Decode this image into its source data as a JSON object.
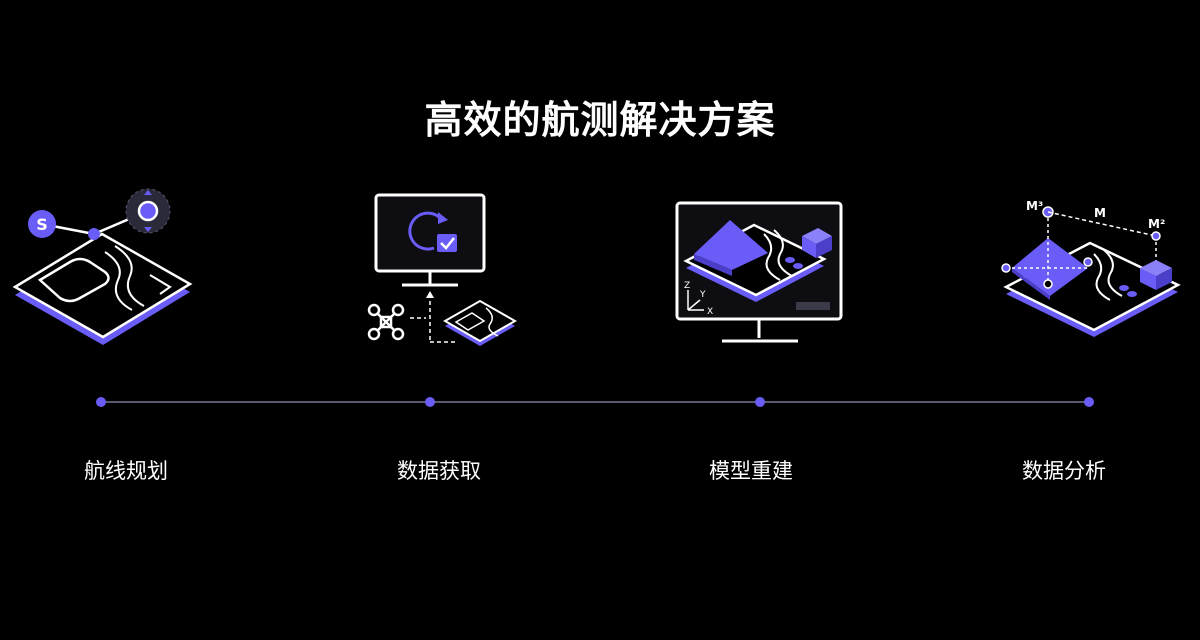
{
  "header": {
    "title": "高效的航测解决方案"
  },
  "colors": {
    "accent": "#6a5cf6",
    "background": "#000000",
    "line": "#5a5a6e",
    "text": "#ffffff"
  },
  "illustrations": {
    "route_planning": {
      "icon": "route-planning-icon",
      "start_badge": "S"
    },
    "data_acquisition": {
      "icon": "data-acquisition-icon"
    },
    "model_reconstruction": {
      "icon": "model-reconstruction-icon",
      "axis_z": "Z",
      "axis_y": "Y",
      "axis_x": "X"
    },
    "data_analysis": {
      "icon": "data-analysis-icon",
      "volume_label": "M³",
      "distance_label": "M",
      "area_label": "M²"
    }
  },
  "steps": [
    {
      "label": "航线规划"
    },
    {
      "label": "数据获取"
    },
    {
      "label": "模型重建"
    },
    {
      "label": "数据分析"
    }
  ]
}
